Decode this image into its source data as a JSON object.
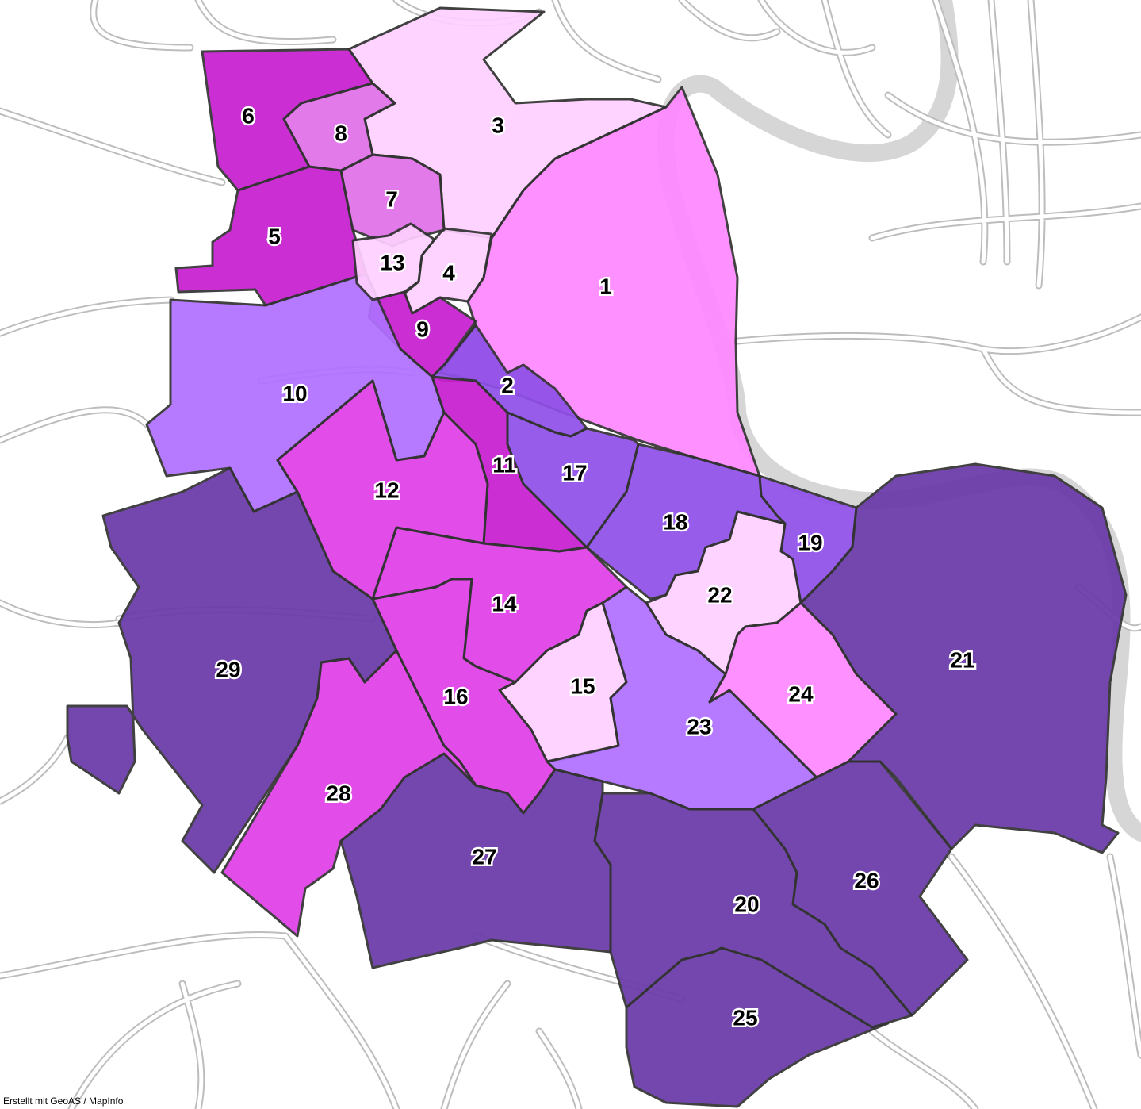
{
  "credit": "Erstellt mit GeoAS / MapInfo",
  "colors": {
    "pale_pink": "#ffd0ff",
    "pink": "#ff88ff",
    "medium_magenta": "#e070e8",
    "magenta": "#e040e8",
    "deep_magenta": "#c820d0",
    "light_violet": "#b070ff",
    "violet": "#9050e8",
    "dark_purple": "#6a3aa8",
    "road_casing": "#bdbdbd",
    "river": "#d6d6d6",
    "boundary": "#333333"
  },
  "districts": [
    {
      "id": "1",
      "fill": "pink"
    },
    {
      "id": "2",
      "fill": "violet"
    },
    {
      "id": "3",
      "fill": "pale_pink"
    },
    {
      "id": "4",
      "fill": "pale_pink"
    },
    {
      "id": "5",
      "fill": "deep_magenta"
    },
    {
      "id": "6",
      "fill": "deep_magenta"
    },
    {
      "id": "7",
      "fill": "medium_magenta"
    },
    {
      "id": "8",
      "fill": "medium_magenta"
    },
    {
      "id": "9",
      "fill": "deep_magenta"
    },
    {
      "id": "10",
      "fill": "light_violet"
    },
    {
      "id": "11",
      "fill": "deep_magenta"
    },
    {
      "id": "12",
      "fill": "magenta"
    },
    {
      "id": "13",
      "fill": "pale_pink"
    },
    {
      "id": "14",
      "fill": "magenta"
    },
    {
      "id": "15",
      "fill": "pale_pink"
    },
    {
      "id": "16",
      "fill": "magenta"
    },
    {
      "id": "17",
      "fill": "violet"
    },
    {
      "id": "18",
      "fill": "violet"
    },
    {
      "id": "19",
      "fill": "violet"
    },
    {
      "id": "20",
      "fill": "dark_purple"
    },
    {
      "id": "21",
      "fill": "dark_purple"
    },
    {
      "id": "22",
      "fill": "pale_pink"
    },
    {
      "id": "23",
      "fill": "light_violet"
    },
    {
      "id": "24",
      "fill": "pink"
    },
    {
      "id": "25",
      "fill": "dark_purple"
    },
    {
      "id": "26",
      "fill": "dark_purple"
    },
    {
      "id": "27",
      "fill": "dark_purple"
    },
    {
      "id": "28",
      "fill": "magenta"
    },
    {
      "id": "29",
      "fill": "dark_purple"
    }
  ]
}
